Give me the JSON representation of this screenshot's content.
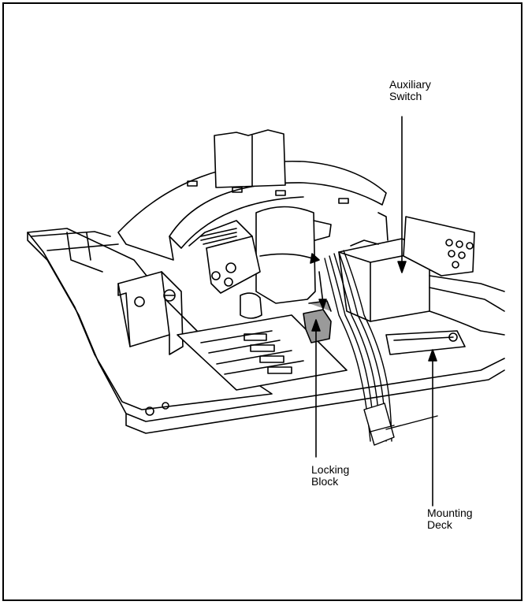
{
  "callouts": {
    "auxiliary_switch": {
      "line1": "Auxiliary",
      "line2": "Switch"
    },
    "locking_block": {
      "line1": "Locking",
      "line2": "Block"
    },
    "mounting_deck": {
      "line1": "Mounting",
      "line2": "Deck"
    }
  },
  "colors": {
    "ink": "#000000",
    "paper": "#ffffff",
    "shade": "#9a9a9a"
  }
}
